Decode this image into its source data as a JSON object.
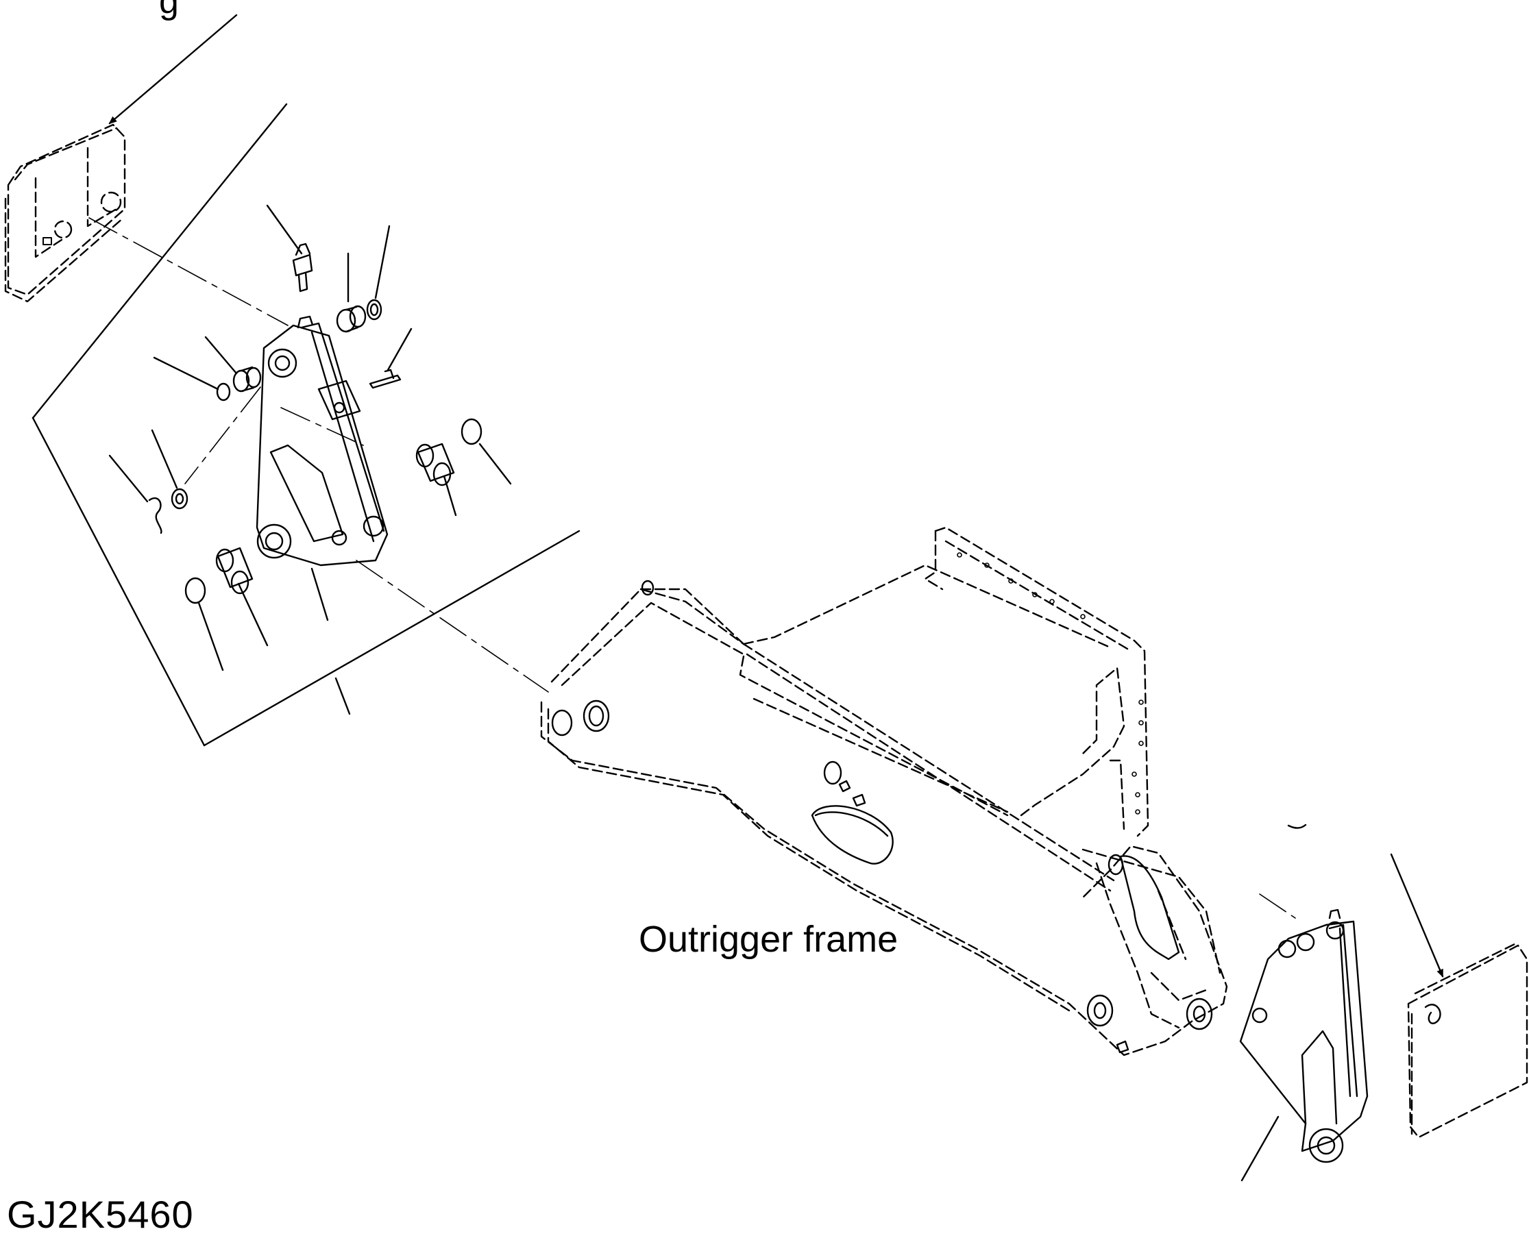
{
  "labels": {
    "top_fragment": "g",
    "frame_label": "Outrigger frame",
    "drawing_number": "GJ2K5460"
  }
}
